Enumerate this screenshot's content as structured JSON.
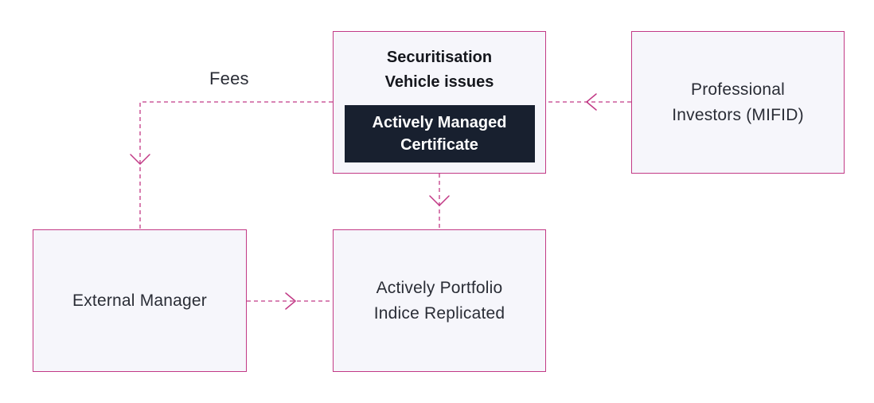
{
  "nodes": {
    "securitisation": {
      "title": "Securitisation\nVehicle issues",
      "badge": "Actively Managed\nCertificate"
    },
    "investors": {
      "label": "Professional\nInvestors (MIFID)"
    },
    "manager": {
      "label": "External Manager"
    },
    "portfolio": {
      "label": "Actively Portfolio\nIndice Replicated"
    }
  },
  "edges": {
    "fees_label": "Fees"
  },
  "colors": {
    "border": "#c23a86",
    "connector": "#c23a86",
    "box_fill": "#f6f6fb",
    "badge_fill": "#18202f"
  }
}
